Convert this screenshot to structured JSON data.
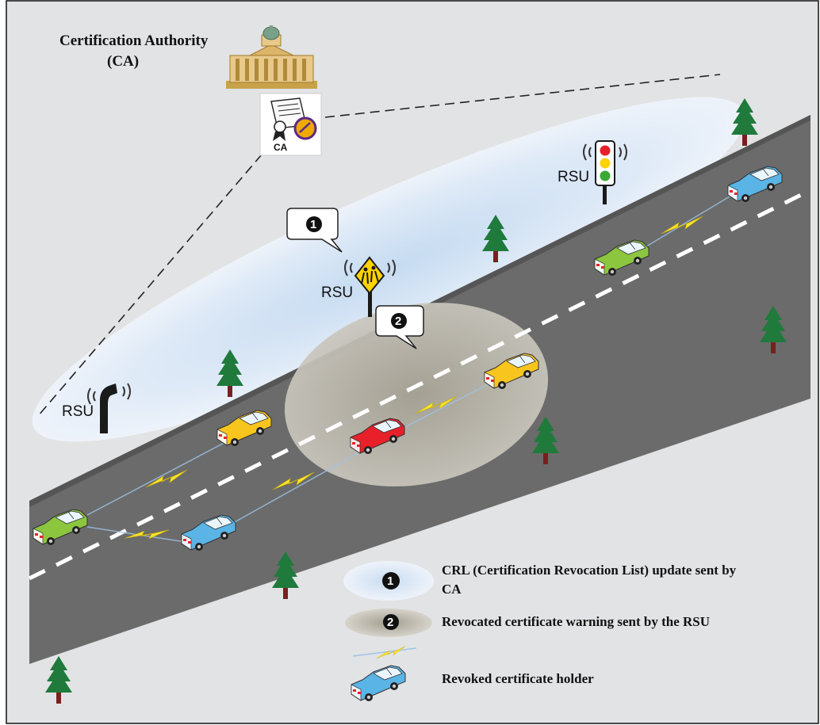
{
  "authority": {
    "title_line1": "Certification Authority",
    "title_line2": "(CA)",
    "badge_label": "CA",
    "building_icon": "government-building-icon",
    "certificate_icon": "certificate-icon"
  },
  "rsu_label": "RSU",
  "rsus": [
    {
      "label": "RSU",
      "kind": "street-lamp",
      "icon": "street-lamp-rsu-icon"
    },
    {
      "label": "RSU",
      "kind": "school-sign",
      "icon": "school-sign-rsu-icon"
    },
    {
      "label": "RSU",
      "kind": "traffic-light",
      "icon": "traffic-light-rsu-icon"
    }
  ],
  "callouts": [
    {
      "number": "1"
    },
    {
      "number": "2"
    }
  ],
  "legend": [
    {
      "symbol": "1",
      "text_line1": "CRL (Certification Revocation List) update sent by",
      "text_line2": "CA"
    },
    {
      "symbol": "2",
      "text_line1": "Revocated certificate warning sent by the RSU"
    },
    {
      "symbol": "lightning-link-icon",
      "text_line1": ""
    },
    {
      "symbol": "car-icon",
      "text_line1": "Revoked certificate holder"
    }
  ],
  "colors": {
    "road": "#6b6b6b",
    "background": "#e2e3e4",
    "ellipse_crl": "#dde9f6",
    "ellipse_warning": "#bdbab0",
    "car_green": "#8cc63f",
    "car_yellow": "#f7c51e",
    "car_red": "#e8202a",
    "car_blue": "#5ab4e6",
    "lightning": "#ffe32a",
    "tree": "#1f7a3c",
    "trunk": "#7a1f1f"
  }
}
